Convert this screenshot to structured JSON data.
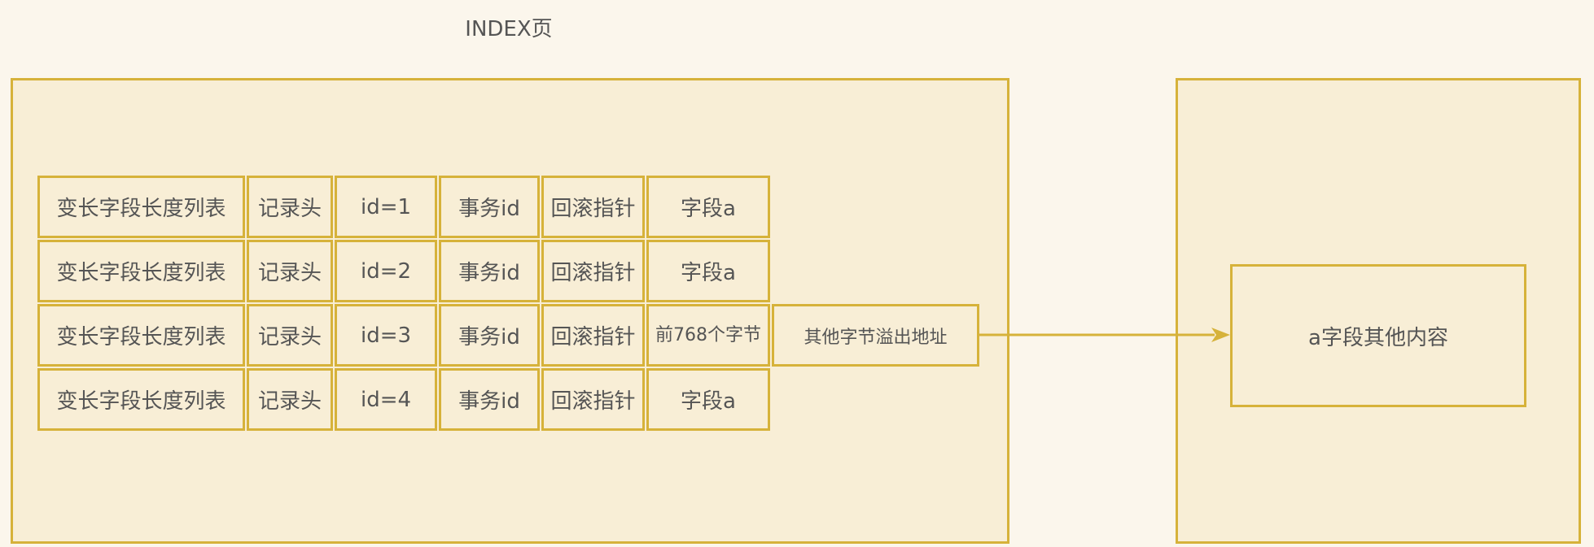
{
  "diagram": {
    "title": "INDEX页",
    "rows": [
      {
        "cells": [
          "变长字段长度列表",
          "记录头",
          "id=1",
          "事务id",
          "回滚指针",
          "字段a"
        ]
      },
      {
        "cells": [
          "变长字段长度列表",
          "记录头",
          "id=2",
          "事务id",
          "回滚指针",
          "字段a"
        ]
      },
      {
        "cells": [
          "变长字段长度列表",
          "记录头",
          "id=3",
          "事务id",
          "回滚指针",
          "前768个字节"
        ],
        "overflow_pointer": "其他字节溢出地址"
      },
      {
        "cells": [
          "变长字段长度列表",
          "记录头",
          "id=4",
          "事务id",
          "回滚指针",
          "字段a"
        ]
      }
    ],
    "overflow_content": "a字段其他内容",
    "colors": {
      "border": "#d6b23a",
      "fill": "#f8eed6",
      "background": "#fbf6ec",
      "text": "#555555"
    }
  }
}
